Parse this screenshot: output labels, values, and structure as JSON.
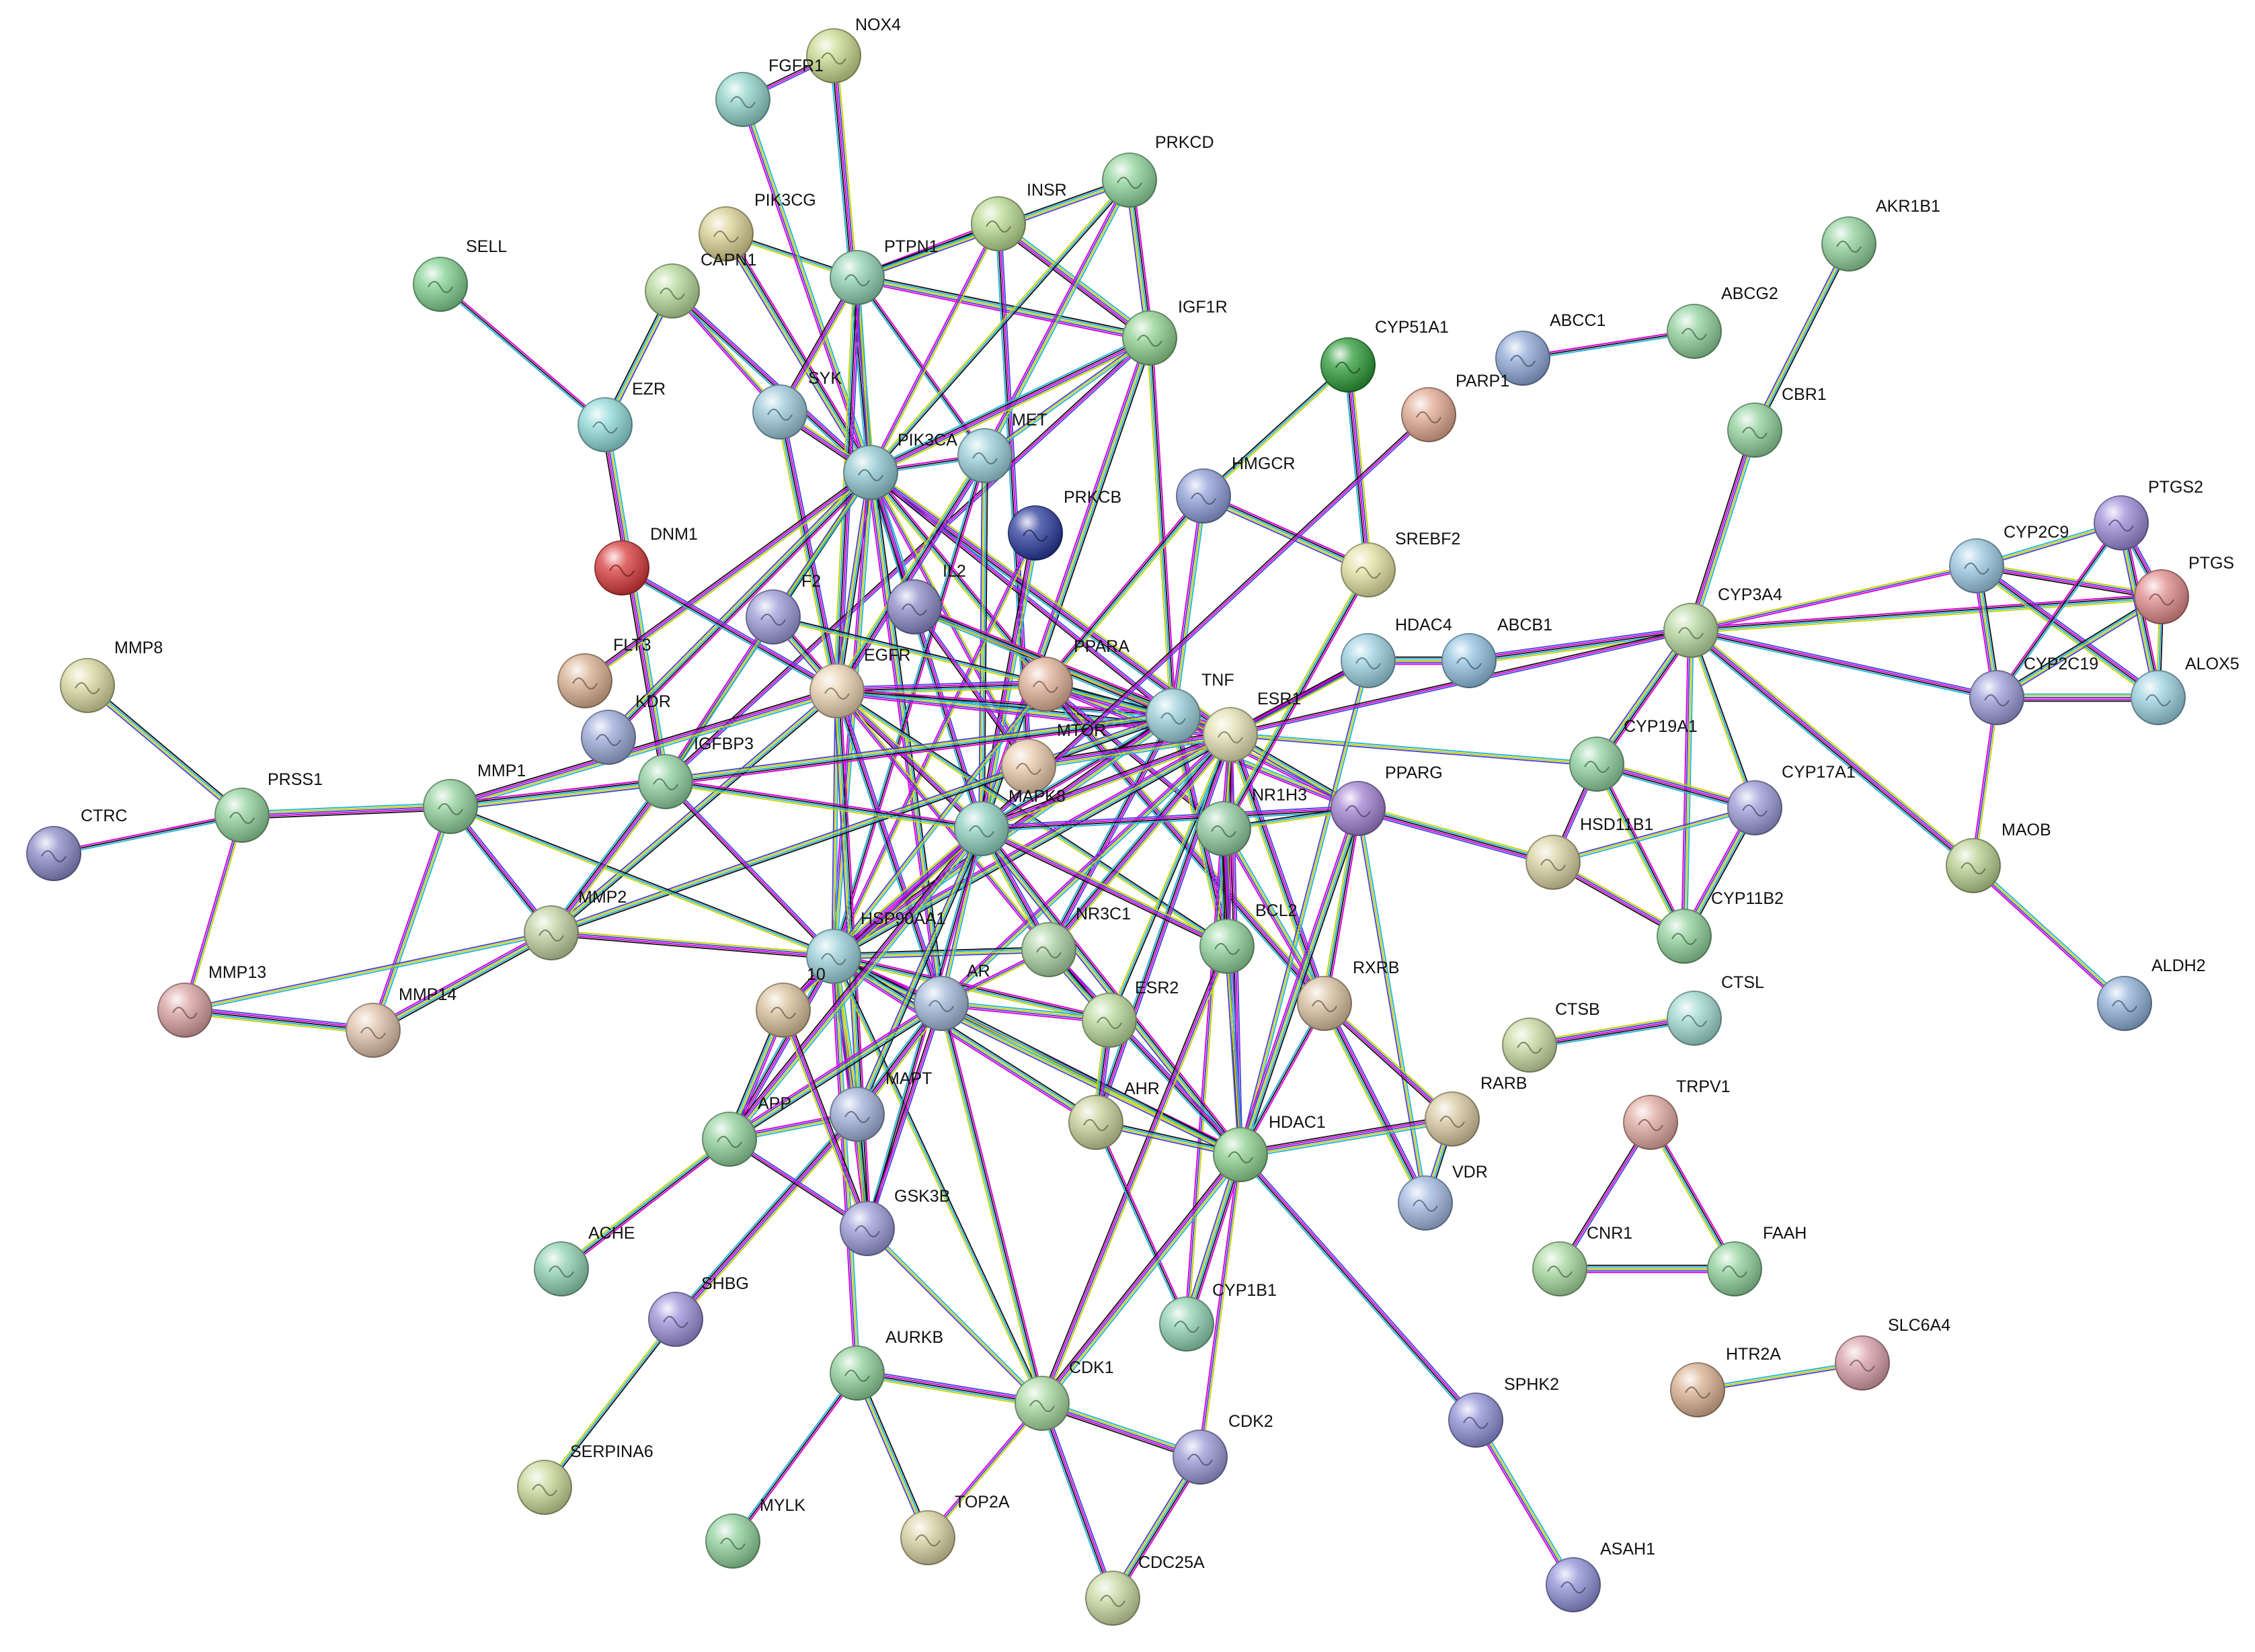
{
  "network": {
    "nodes": [
      {
        "id": "NOX4",
        "label": "NOX4",
        "color": "#c8d88a"
      },
      {
        "id": "FGFR1",
        "label": "FGFR1",
        "color": "#8fd3c8"
      },
      {
        "id": "PRKCD",
        "label": "PRKCD",
        "color": "#8fd39a"
      },
      {
        "id": "INSR",
        "label": "INSR",
        "color": "#b8d88f"
      },
      {
        "id": "PIK3CG",
        "label": "PIK3CG",
        "color": "#d8d092"
      },
      {
        "id": "SELL",
        "label": "SELL",
        "color": "#7fcf8f"
      },
      {
        "id": "CAPN1",
        "label": "CAPN1",
        "color": "#b5d898"
      },
      {
        "id": "PTPN1",
        "label": "PTPN1",
        "color": "#8fd0b0"
      },
      {
        "id": "IGF1R",
        "label": "IGF1R",
        "color": "#8fd08f"
      },
      {
        "id": "AKR1B1",
        "label": "AKR1B1",
        "color": "#8fd09a"
      },
      {
        "id": "ABCC1",
        "label": "ABCC1",
        "color": "#8ea8d8"
      },
      {
        "id": "ABCG2",
        "label": "ABCG2",
        "color": "#8fd09a"
      },
      {
        "id": "CYP51A1",
        "label": "CYP51A1",
        "color": "#2f9a3a"
      },
      {
        "id": "EZR",
        "label": "EZR",
        "color": "#8fd8d8"
      },
      {
        "id": "SYK",
        "label": "SYK",
        "color": "#9ac8d8"
      },
      {
        "id": "PARP1",
        "label": "PARP1",
        "color": "#e0a890"
      },
      {
        "id": "CBR1",
        "label": "CBR1",
        "color": "#8fd09a"
      },
      {
        "id": "MET",
        "label": "MET",
        "color": "#9ad0d8"
      },
      {
        "id": "PIK3CA",
        "label": "PIK3CA",
        "color": "#8fc8d0"
      },
      {
        "id": "HMGCR",
        "label": "HMGCR",
        "color": "#8f9ed8"
      },
      {
        "id": "PRKCB",
        "label": "PRKCB",
        "color": "#2a3a9a"
      },
      {
        "id": "PTGS2",
        "label": "PTGS2",
        "color": "#9a8ad8"
      },
      {
        "id": "DNM1",
        "label": "DNM1",
        "color": "#d83a3a"
      },
      {
        "id": "CYP2C9",
        "label": "CYP2C9",
        "color": "#9ac8e0"
      },
      {
        "id": "SREBF2",
        "label": "SREBF2",
        "color": "#e0e0a0"
      },
      {
        "id": "PTGS",
        "label": "PTGS",
        "color": "#e08a8a"
      },
      {
        "id": "F2",
        "label": "F2",
        "color": "#9a9ad8"
      },
      {
        "id": "IL2",
        "label": "IL2",
        "color": "#8a8ac8"
      },
      {
        "id": "CYP3A4",
        "label": "CYP3A4",
        "color": "#b8d8a0"
      },
      {
        "id": "MMP8",
        "label": "MMP8",
        "color": "#d8d8a0"
      },
      {
        "id": "HDAC4",
        "label": "HDAC4",
        "color": "#9ad0e0"
      },
      {
        "id": "ABCB1",
        "label": "ABCB1",
        "color": "#8fc0e0"
      },
      {
        "id": "FLT3",
        "label": "FLT3",
        "color": "#d8b090"
      },
      {
        "id": "EGFR",
        "label": "EGFR",
        "color": "#e8d0b0"
      },
      {
        "id": "PPARA",
        "label": "PPARA",
        "color": "#e0b098"
      },
      {
        "id": "CYP2C19",
        "label": "CYP2C19",
        "color": "#9a9ad8"
      },
      {
        "id": "ALOX5",
        "label": "ALOX5",
        "color": "#9ad0e0"
      },
      {
        "id": "TNF",
        "label": "TNF",
        "color": "#9ad0d8"
      },
      {
        "id": "ESR1",
        "label": "ESR1",
        "color": "#e0e0b0"
      },
      {
        "id": "KDR",
        "label": "KDR",
        "color": "#9aa8d8"
      },
      {
        "id": "MTOR",
        "label": "MTOR",
        "color": "#e8c8a8"
      },
      {
        "id": "CYP19A1",
        "label": "CYP19A1",
        "color": "#8fd0a0"
      },
      {
        "id": "CTRC",
        "label": "CTRC",
        "color": "#8a8ac8"
      },
      {
        "id": "PRSS1",
        "label": "PRSS1",
        "color": "#8fd09a"
      },
      {
        "id": "MMP1",
        "label": "MMP1",
        "color": "#8fd09a"
      },
      {
        "id": "IGFBP3",
        "label": "IGFBP3",
        "color": "#8fd0a0"
      },
      {
        "id": "MAPK8",
        "label": "MAPK8",
        "color": "#8fd0c0"
      },
      {
        "id": "NR1H3",
        "label": "NR1H3",
        "color": "#8fc8a0"
      },
      {
        "id": "PPARG",
        "label": "PPARG",
        "color": "#a080d0"
      },
      {
        "id": "CYP17A1",
        "label": "CYP17A1",
        "color": "#9a9ad8"
      },
      {
        "id": "HSD11B1",
        "label": "HSD11B1",
        "color": "#d8d0a0"
      },
      {
        "id": "MAOB",
        "label": "MAOB",
        "color": "#b8d090"
      },
      {
        "id": "MMP2",
        "label": "MMP2",
        "color": "#c0d0a0"
      },
      {
        "id": "CYP11B2",
        "label": "CYP11B2",
        "color": "#8fd09a"
      },
      {
        "id": "HSP90AA1",
        "label": "HSP90AA1",
        "color": "#9ad0d8"
      },
      {
        "id": "NR3C1",
        "label": "NR3C1",
        "color": "#a8d0a0"
      },
      {
        "id": "BCL2",
        "label": "BCL2",
        "color": "#8fd09a"
      },
      {
        "id": "MMP13",
        "label": "MMP13",
        "color": "#d8a0a0"
      },
      {
        "id": "ALDH2",
        "label": "ALDH2",
        "color": "#8fb0d8"
      },
      {
        "id": "AR",
        "label": "AR",
        "color": "#a0b8d8"
      },
      {
        "id": "MMP14",
        "label": "MMP14",
        "color": "#e0c0a8"
      },
      {
        "id": "HSD10",
        "label": "10",
        "color": "#d8c098"
      },
      {
        "id": "RXRB",
        "label": "RXRB",
        "color": "#d8c0a0"
      },
      {
        "id": "ESR2",
        "label": "ESR2",
        "color": "#b8d898"
      },
      {
        "id": "CTSB",
        "label": "CTSB",
        "color": "#c8d8a0"
      },
      {
        "id": "CTSL",
        "label": "CTSL",
        "color": "#a0d8d0"
      },
      {
        "id": "MAPT",
        "label": "MAPT",
        "color": "#a0b0d8"
      },
      {
        "id": "AHR",
        "label": "AHR",
        "color": "#c8d098"
      },
      {
        "id": "RARB",
        "label": "RARB",
        "color": "#d8c8a0"
      },
      {
        "id": "TRPV1",
        "label": "TRPV1",
        "color": "#e0a8a0"
      },
      {
        "id": "APP",
        "label": "APP",
        "color": "#8fd09a"
      },
      {
        "id": "HDAC1",
        "label": "HDAC1",
        "color": "#8fd08f"
      },
      {
        "id": "VDR",
        "label": "VDR",
        "color": "#a0b8e0"
      },
      {
        "id": "GSK3B",
        "label": "GSK3B",
        "color": "#9a9ad8"
      },
      {
        "id": "ACHE",
        "label": "ACHE",
        "color": "#8fd0b0"
      },
      {
        "id": "CNR1",
        "label": "CNR1",
        "color": "#a8d8a0"
      },
      {
        "id": "FAAH",
        "label": "FAAH",
        "color": "#8fd09a"
      },
      {
        "id": "SHBG",
        "label": "SHBG",
        "color": "#9a90d8"
      },
      {
        "id": "CYP1B1",
        "label": "CYP1B1",
        "color": "#8fd0b0"
      },
      {
        "id": "AURKB",
        "label": "AURKB",
        "color": "#8fd09a"
      },
      {
        "id": "CDK1",
        "label": "CDK1",
        "color": "#a8d8a0"
      },
      {
        "id": "SPHK2",
        "label": "SPHK2",
        "color": "#8f90d8"
      },
      {
        "id": "CDK2",
        "label": "CDK2",
        "color": "#9a9ad8"
      },
      {
        "id": "SLC6A4",
        "label": "SLC6A4",
        "color": "#d8a0a8"
      },
      {
        "id": "HTR2A",
        "label": "HTR2A",
        "color": "#d8b090"
      },
      {
        "id": "SERPINA6",
        "label": "SERPINA6",
        "color": "#c8d898"
      },
      {
        "id": "MYLK",
        "label": "MYLK",
        "color": "#8fd09a"
      },
      {
        "id": "TOP2A",
        "label": "TOP2A",
        "color": "#d8d0a0"
      },
      {
        "id": "CDC25A",
        "label": "CDC25A",
        "color": "#c8d8a0"
      },
      {
        "id": "ASAH1",
        "label": "ASAH1",
        "color": "#8f90d8"
      }
    ],
    "edges": [
      [
        "SELL",
        "EZR"
      ],
      [
        "EZR",
        "CAPN1"
      ],
      [
        "EZR",
        "IGFBP3"
      ],
      [
        "CAPN1",
        "SYK"
      ],
      [
        "CAPN1",
        "PIK3CA"
      ],
      [
        "PIK3CG",
        "PIK3CA"
      ],
      [
        "PIK3CG",
        "PTPN1"
      ],
      [
        "FGFR1",
        "PIK3CA"
      ],
      [
        "NOX4",
        "PIK3CA"
      ],
      [
        "NOX4",
        "FGFR1"
      ],
      [
        "PTPN1",
        "INSR"
      ],
      [
        "PTPN1",
        "IGF1R"
      ],
      [
        "PTPN1",
        "PIK3CA"
      ],
      [
        "PTPN1",
        "SYK"
      ],
      [
        "PTPN1",
        "EGFR"
      ],
      [
        "PTPN1",
        "MET"
      ],
      [
        "PTPN1",
        "PRKCD"
      ],
      [
        "INSR",
        "IGF1R"
      ],
      [
        "INSR",
        "PIK3CA"
      ],
      [
        "INSR",
        "MTOR"
      ],
      [
        "PRKCD",
        "IGF1R"
      ],
      [
        "PRKCD",
        "PIK3CA"
      ],
      [
        "PRKCD",
        "MET"
      ],
      [
        "IGF1R",
        "PIK3CA"
      ],
      [
        "IGF1R",
        "IGFBP3"
      ],
      [
        "IGF1R",
        "TNF"
      ],
      [
        "IGF1R",
        "MAPK8"
      ],
      [
        "IGF1R",
        "MET"
      ],
      [
        "SYK",
        "PIK3CA"
      ],
      [
        "SYK",
        "EGFR"
      ],
      [
        "PIK3CA",
        "MET"
      ],
      [
        "PIK3CA",
        "EGFR"
      ],
      [
        "PIK3CA",
        "IL2"
      ],
      [
        "PIK3CA",
        "MTOR"
      ],
      [
        "PIK3CA",
        "MAPK8"
      ],
      [
        "PIK3CA",
        "KDR"
      ],
      [
        "PIK3CA",
        "IGFBP3"
      ],
      [
        "PIK3CA",
        "HSP90AA1"
      ],
      [
        "PIK3CA",
        "ESR1"
      ],
      [
        "PIK3CA",
        "TNF"
      ],
      [
        "PIK3CA",
        "PPARA"
      ],
      [
        "PIK3CA",
        "AR"
      ],
      [
        "PIK3CA",
        "F2"
      ],
      [
        "PIK3CA",
        "FLT3"
      ],
      [
        "MET",
        "EGFR"
      ],
      [
        "MET",
        "HSP90AA1"
      ],
      [
        "MET",
        "MAPK8"
      ],
      [
        "PRKCB",
        "MAPK8"
      ],
      [
        "PRKCB",
        "HSP90AA1"
      ],
      [
        "DNM1",
        "EGFR"
      ],
      [
        "F2",
        "EGFR"
      ],
      [
        "F2",
        "TNF"
      ],
      [
        "F2",
        "IGFBP3"
      ],
      [
        "IL2",
        "TNF"
      ],
      [
        "IL2",
        "MTOR"
      ],
      [
        "IL2",
        "ESR1"
      ],
      [
        "EGFR",
        "ESR1"
      ],
      [
        "EGFR",
        "HSP90AA1"
      ],
      [
        "EGFR",
        "MAPK8"
      ],
      [
        "EGFR",
        "PPARA"
      ],
      [
        "EGFR",
        "TNF"
      ],
      [
        "EGFR",
        "MMP2"
      ],
      [
        "EGFR",
        "MMP1"
      ],
      [
        "EGFR",
        "NR3C1"
      ],
      [
        "EGFR",
        "AR"
      ],
      [
        "EGFR",
        "GSK3B"
      ],
      [
        "EGFR",
        "BCL2"
      ],
      [
        "PPARA",
        "PPARG"
      ],
      [
        "PPARA",
        "RXRB"
      ],
      [
        "PPARA",
        "NR1H3"
      ],
      [
        "PPARA",
        "HMGCR"
      ],
      [
        "PPARA",
        "ESR1"
      ],
      [
        "PPARA",
        "HSP90AA1"
      ],
      [
        "TNF",
        "ESR1"
      ],
      [
        "TNF",
        "BCL2"
      ],
      [
        "TNF",
        "MAPK8"
      ],
      [
        "TNF",
        "MMP2"
      ],
      [
        "TNF",
        "HSP90AA1"
      ],
      [
        "TNF",
        "PPARG"
      ],
      [
        "TNF",
        "NR3C1"
      ],
      [
        "TNF",
        "IGFBP3"
      ],
      [
        "ESR1",
        "ESR2"
      ],
      [
        "ESR1",
        "AR"
      ],
      [
        "ESR1",
        "NR3C1"
      ],
      [
        "ESR1",
        "HDAC1"
      ],
      [
        "ESR1",
        "BCL2"
      ],
      [
        "ESR1",
        "HSP90AA1"
      ],
      [
        "ESR1",
        "CYP19A1"
      ],
      [
        "ESR1",
        "MAPK8"
      ],
      [
        "ESR1",
        "RXRB"
      ],
      [
        "ESR1",
        "HDAC4"
      ],
      [
        "ESR1",
        "PPARG"
      ],
      [
        "ESR1",
        "MTOR"
      ],
      [
        "ESR1",
        "CYP1B1"
      ],
      [
        "ESR1",
        "AHR"
      ],
      [
        "HMGCR",
        "SREBF2"
      ],
      [
        "HMGCR",
        "CYP51A1"
      ],
      [
        "HMGCR",
        "TNF"
      ],
      [
        "CYP51A1",
        "SREBF2"
      ],
      [
        "PARP1",
        "MAPK8"
      ],
      [
        "SREBF2",
        "NR1H3"
      ],
      [
        "HDAC4",
        "ABCB1"
      ],
      [
        "HDAC4",
        "HDAC1"
      ],
      [
        "HDAC4",
        "ESR1"
      ],
      [
        "ABCB1",
        "CYP3A4"
      ],
      [
        "ABCC1",
        "ABCG2"
      ],
      [
        "AKR1B1",
        "CBR1"
      ],
      [
        "CBR1",
        "CYP3A4"
      ],
      [
        "CYP3A4",
        "CYP2C9"
      ],
      [
        "CYP3A4",
        "CYP2C19"
      ],
      [
        "CYP3A4",
        "CYP19A1"
      ],
      [
        "CYP3A4",
        "CYP17A1"
      ],
      [
        "CYP3A4",
        "CYP11B2"
      ],
      [
        "CYP3A4",
        "MAOB"
      ],
      [
        "CYP3A4",
        "ESR1"
      ],
      [
        "CYP3A4",
        "PTGS"
      ],
      [
        "CYP2C9",
        "CYP2C19"
      ],
      [
        "CYP2C9",
        "PTGS2"
      ],
      [
        "CYP2C9",
        "PTGS"
      ],
      [
        "CYP2C9",
        "ALOX5"
      ],
      [
        "CYP2C19",
        "PTGS2"
      ],
      [
        "CYP2C19",
        "PTGS"
      ],
      [
        "CYP2C19",
        "ALOX5"
      ],
      [
        "CYP2C19",
        "MAOB"
      ],
      [
        "PTGS2",
        "PTGS"
      ],
      [
        "PTGS2",
        "ALOX5"
      ],
      [
        "PTGS",
        "ALOX5"
      ],
      [
        "MAOB",
        "ALDH2"
      ],
      [
        "CYP19A1",
        "CYP17A1"
      ],
      [
        "CYP19A1",
        "HSD11B1"
      ],
      [
        "CYP19A1",
        "CYP11B2"
      ],
      [
        "CYP17A1",
        "CYP11B2"
      ],
      [
        "CYP17A1",
        "HSD11B1"
      ],
      [
        "HSD11B1",
        "CYP11B2"
      ],
      [
        "HSD11B1",
        "PPARG"
      ],
      [
        "CTRC",
        "PRSS1"
      ],
      [
        "MMP8",
        "PRSS1"
      ],
      [
        "PRSS1",
        "MMP1"
      ],
      [
        "PRSS1",
        "MMP13"
      ],
      [
        "MMP1",
        "MMP2"
      ],
      [
        "MMP1",
        "IGFBP3"
      ],
      [
        "MMP1",
        "HSP90AA1"
      ],
      [
        "MMP1",
        "MMP14"
      ],
      [
        "IGFBP3",
        "MMP2"
      ],
      [
        "IGFBP3",
        "HSP90AA1"
      ],
      [
        "IGFBP3",
        "MAPK8"
      ],
      [
        "MMP2",
        "MMP14"
      ],
      [
        "MMP2",
        "MMP13"
      ],
      [
        "MMP2",
        "HSP90AA1"
      ],
      [
        "MMP13",
        "MMP14"
      ],
      [
        "HSP90AA1",
        "AR"
      ],
      [
        "HSP90AA1",
        "NR3C1"
      ],
      [
        "HSP90AA1",
        "MAPT"
      ],
      [
        "HSP90AA1",
        "GSK3B"
      ],
      [
        "HSP90AA1",
        "APP"
      ],
      [
        "HSP90AA1",
        "HDAC1"
      ],
      [
        "HSP90AA1",
        "CDK1"
      ],
      [
        "HSP90AA1",
        "AURKB"
      ],
      [
        "HSP90AA1",
        "MAPK8"
      ],
      [
        "HSP90AA1",
        "HSD10"
      ],
      [
        "HSP90AA1",
        "ESR2"
      ],
      [
        "HSP90AA1",
        "AHR"
      ],
      [
        "MAPK8",
        "AR"
      ],
      [
        "MAPK8",
        "BCL2"
      ],
      [
        "MAPK8",
        "NR3C1"
      ],
      [
        "MAPK8",
        "GSK3B"
      ],
      [
        "MAPK8",
        "MAPT"
      ],
      [
        "MAPK8",
        "APP"
      ],
      [
        "MAPK8",
        "HSD10"
      ],
      [
        "MAPK8",
        "PPARG"
      ],
      [
        "MAPK8",
        "HDAC1"
      ],
      [
        "NR1H3",
        "PPARG"
      ],
      [
        "NR1H3",
        "RXRB"
      ],
      [
        "NR1H3",
        "BCL2"
      ],
      [
        "NR1H3",
        "HDAC1"
      ],
      [
        "PPARG",
        "RXRB"
      ],
      [
        "PPARG",
        "HDAC1"
      ],
      [
        "PPARG",
        "VDR"
      ],
      [
        "RXRB",
        "RARB"
      ],
      [
        "RXRB",
        "VDR"
      ],
      [
        "RXRB",
        "HDAC1"
      ],
      [
        "RARB",
        "VDR"
      ],
      [
        "RARB",
        "HDAC1"
      ],
      [
        "NR3C1",
        "AR"
      ],
      [
        "NR3C1",
        "HDAC1"
      ],
      [
        "NR3C1",
        "ESR2"
      ],
      [
        "AR",
        "HDAC1"
      ],
      [
        "AR",
        "ESR2"
      ],
      [
        "AR",
        "MAPT"
      ],
      [
        "AR",
        "GSK3B"
      ],
      [
        "AR",
        "CDK1"
      ],
      [
        "AR",
        "APP"
      ],
      [
        "BCL2",
        "HDAC1"
      ],
      [
        "BCL2",
        "CDK1"
      ],
      [
        "ESR2",
        "AHR"
      ],
      [
        "AHR",
        "CYP1B1"
      ],
      [
        "AHR",
        "HDAC1"
      ],
      [
        "HDAC1",
        "CDK1"
      ],
      [
        "HDAC1",
        "CDK2"
      ],
      [
        "HDAC1",
        "SPHK2"
      ],
      [
        "HDAC1",
        "CYP1B1"
      ],
      [
        "MAPT",
        "GSK3B"
      ],
      [
        "MAPT",
        "APP"
      ],
      [
        "MAPT",
        "SHBG"
      ],
      [
        "APP",
        "GSK3B"
      ],
      [
        "APP",
        "ACHE"
      ],
      [
        "APP",
        "HSD10"
      ],
      [
        "GSK3B",
        "CDK1"
      ],
      [
        "GSK3B",
        "HSD10"
      ],
      [
        "AURKB",
        "CDK1"
      ],
      [
        "AURKB",
        "MYLK"
      ],
      [
        "AURKB",
        "TOP2A"
      ],
      [
        "CDK1",
        "CDK2"
      ],
      [
        "CDK1",
        "TOP2A"
      ],
      [
        "CDK1",
        "CDC25A"
      ],
      [
        "CDK2",
        "CDC25A"
      ],
      [
        "SHBG",
        "SERPINA6"
      ],
      [
        "SPHK2",
        "ASAH1"
      ],
      [
        "CTSB",
        "CTSL"
      ],
      [
        "TRPV1",
        "CNR1"
      ],
      [
        "TRPV1",
        "FAAH"
      ],
      [
        "CNR1",
        "FAAH"
      ],
      [
        "HTR2A",
        "SLC6A4"
      ]
    ],
    "edge_colors": [
      "#e000e0",
      "#1a1a1a",
      "#2bb5e0",
      "#c8d400",
      "#4b4bd8"
    ]
  }
}
